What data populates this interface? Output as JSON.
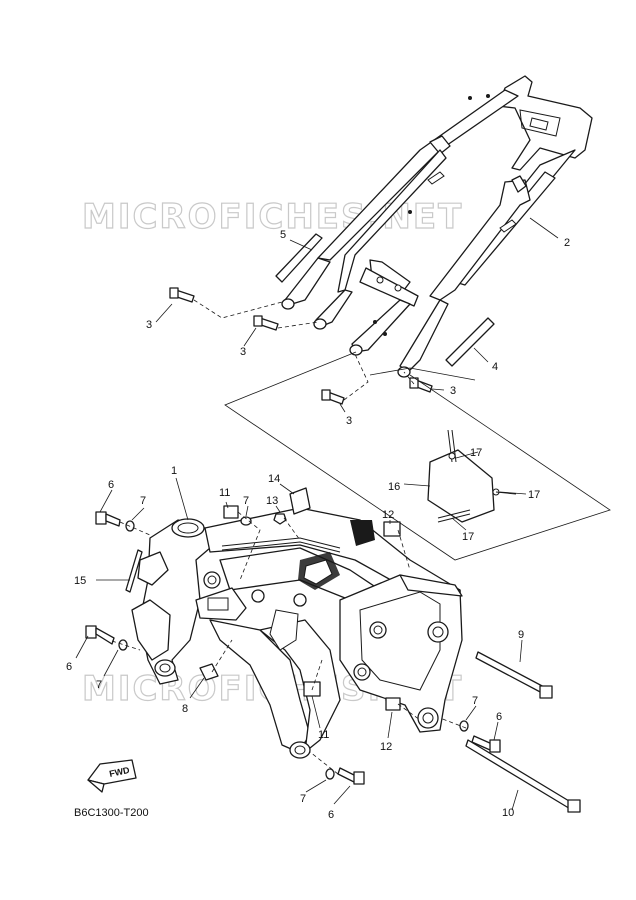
{
  "diagram": {
    "reference_code": "B6C1300-T200",
    "fwd_label": "FWD",
    "watermark": "MICROFICHES.NET",
    "callouts": [
      {
        "id": "c1",
        "text": "1"
      },
      {
        "id": "c2",
        "text": "2"
      },
      {
        "id": "c3a",
        "text": "3"
      },
      {
        "id": "c3b",
        "text": "3"
      },
      {
        "id": "c3c",
        "text": "3"
      },
      {
        "id": "c3d",
        "text": "3"
      },
      {
        "id": "c4",
        "text": "4"
      },
      {
        "id": "c5",
        "text": "5"
      },
      {
        "id": "c6a",
        "text": "6"
      },
      {
        "id": "c6b",
        "text": "6"
      },
      {
        "id": "c6c",
        "text": "6"
      },
      {
        "id": "c6d",
        "text": "6"
      },
      {
        "id": "c7a",
        "text": "7"
      },
      {
        "id": "c7b",
        "text": "7"
      },
      {
        "id": "c7c",
        "text": "7"
      },
      {
        "id": "c7d",
        "text": "7"
      },
      {
        "id": "c7e",
        "text": "7"
      },
      {
        "id": "c8",
        "text": "8"
      },
      {
        "id": "c9",
        "text": "9"
      },
      {
        "id": "c10",
        "text": "10"
      },
      {
        "id": "c11a",
        "text": "11"
      },
      {
        "id": "c11b",
        "text": "11"
      },
      {
        "id": "c12a",
        "text": "12"
      },
      {
        "id": "c12b",
        "text": "12"
      },
      {
        "id": "c13",
        "text": "13"
      },
      {
        "id": "c14",
        "text": "14"
      },
      {
        "id": "c15",
        "text": "15"
      },
      {
        "id": "c16",
        "text": "16"
      },
      {
        "id": "c17a",
        "text": "17"
      },
      {
        "id": "c17b",
        "text": "17"
      },
      {
        "id": "c17c",
        "text": "17"
      }
    ]
  }
}
